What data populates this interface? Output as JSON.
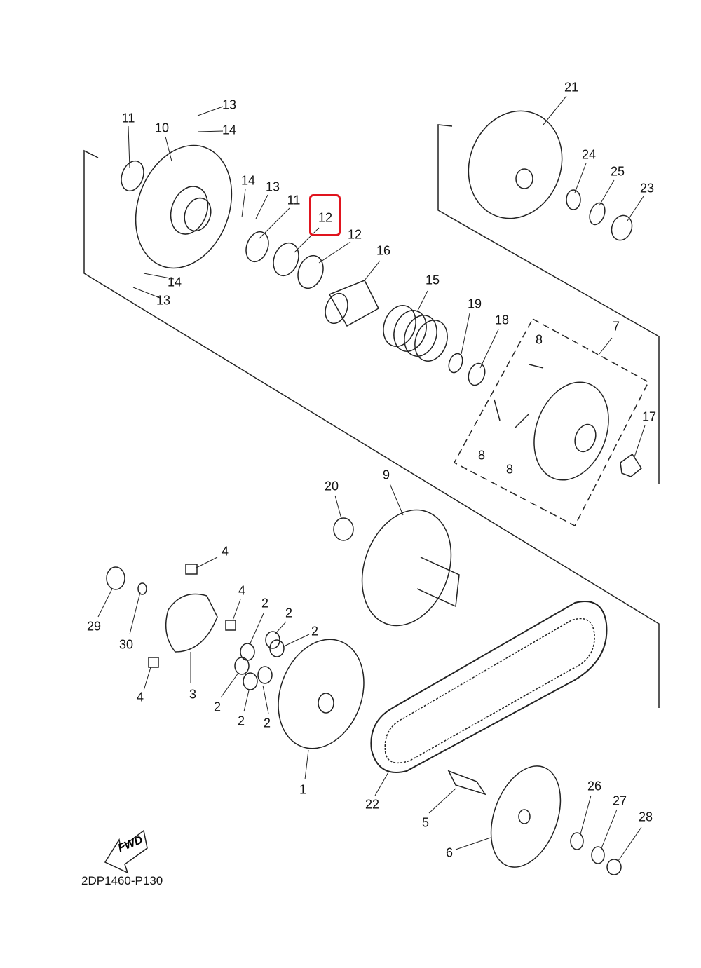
{
  "diagram_code": "2DP1460-P130",
  "fwd_label": "FWD",
  "highlight_color": "#e0141e",
  "highlighted_part": "12",
  "callouts": [
    "13",
    "14",
    "11",
    "10",
    "14",
    "13",
    "11",
    "12",
    "12",
    "16",
    "15",
    "14",
    "13",
    "19",
    "18",
    "8",
    "7",
    "8",
    "8",
    "17",
    "21",
    "24",
    "25",
    "23",
    "20",
    "9",
    "4",
    "4",
    "2",
    "2",
    "2",
    "29",
    "30",
    "3",
    "4",
    "2",
    "2",
    "2",
    "1",
    "22",
    "5",
    "26",
    "27",
    "28",
    "6"
  ]
}
